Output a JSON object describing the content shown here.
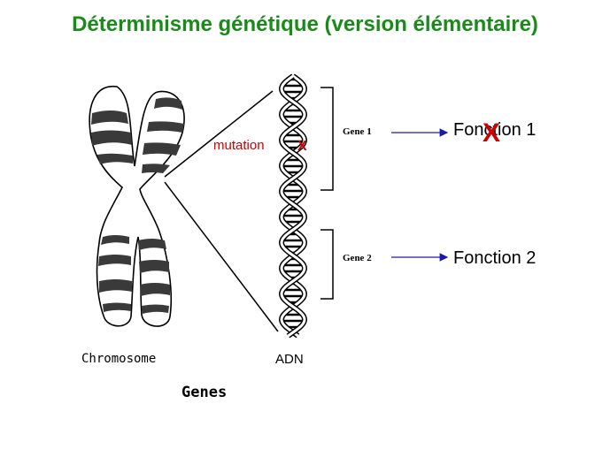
{
  "title": "Déterminisme génétique (version élémentaire)",
  "labels": {
    "mutation": "mutation",
    "mutation_mark": "X",
    "gene1": "Gene 1",
    "gene2": "Gene 2",
    "fonction1": "Fonction 1",
    "fonction2": "Fonction 2",
    "fonction1_cross": "X",
    "chromosome": "Chromosome",
    "adn": "ADN",
    "genes": "Genes"
  },
  "colors": {
    "title": "#1a8a1a",
    "mutation": "#cc0000",
    "arrow": "#1a1aa8",
    "ink": "#000000"
  }
}
